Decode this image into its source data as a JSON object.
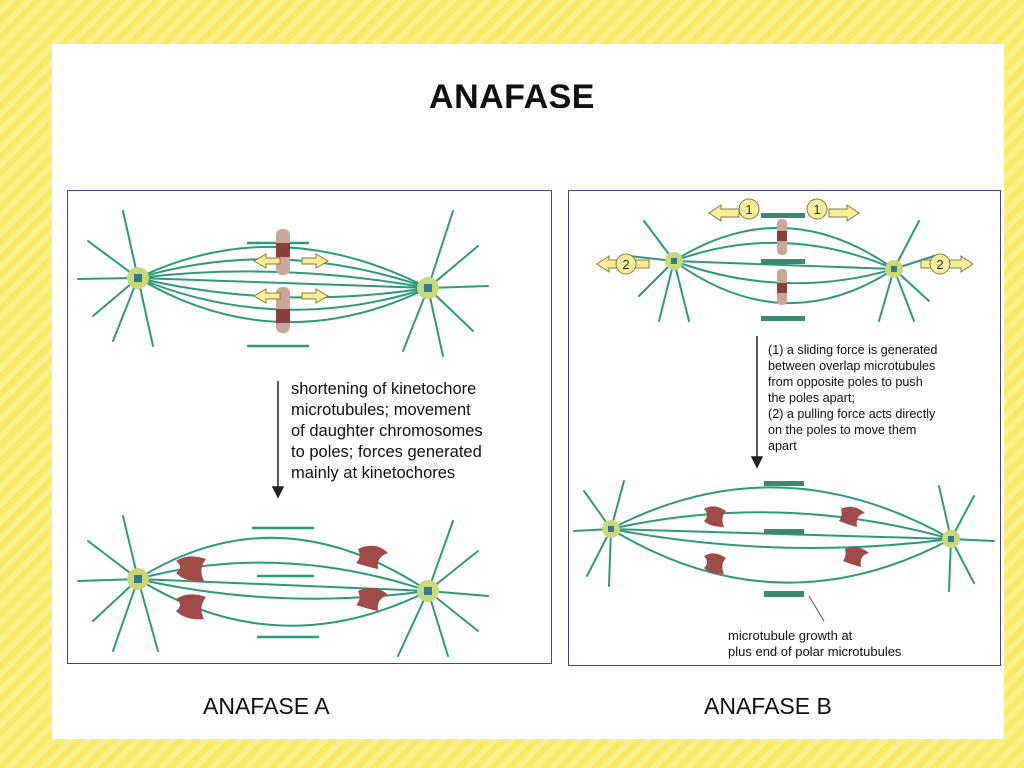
{
  "title": "ANAFASE",
  "panel_a": {
    "caption": "ANAFASE A",
    "description_lines": [
      "shortening of kinetochore",
      "microtubules; movement",
      "of daughter chromosomes",
      "to poles; forces generated",
      "mainly at kinetochores"
    ]
  },
  "panel_b": {
    "caption": "ANAFASE B",
    "force_labels": [
      "1",
      "1",
      "2",
      "2"
    ],
    "description_lines": [
      "(1) a sliding force is generated",
      "between overlap microtubules",
      "from opposite poles to push",
      "the poles apart;",
      "(2) a pulling force acts directly",
      "on the poles to move them",
      "apart"
    ],
    "growth_note_lines": [
      "microtubule growth at",
      "plus end of polar microtubules"
    ]
  },
  "colors": {
    "microtubule": "#2f9a7a",
    "pole": "#c9d97a",
    "chromosome": "#8a3f3f",
    "arrow_fill": "#f6ee9a",
    "panel_border": "#3f43a0",
    "overlap_band": "#3a8a72"
  }
}
